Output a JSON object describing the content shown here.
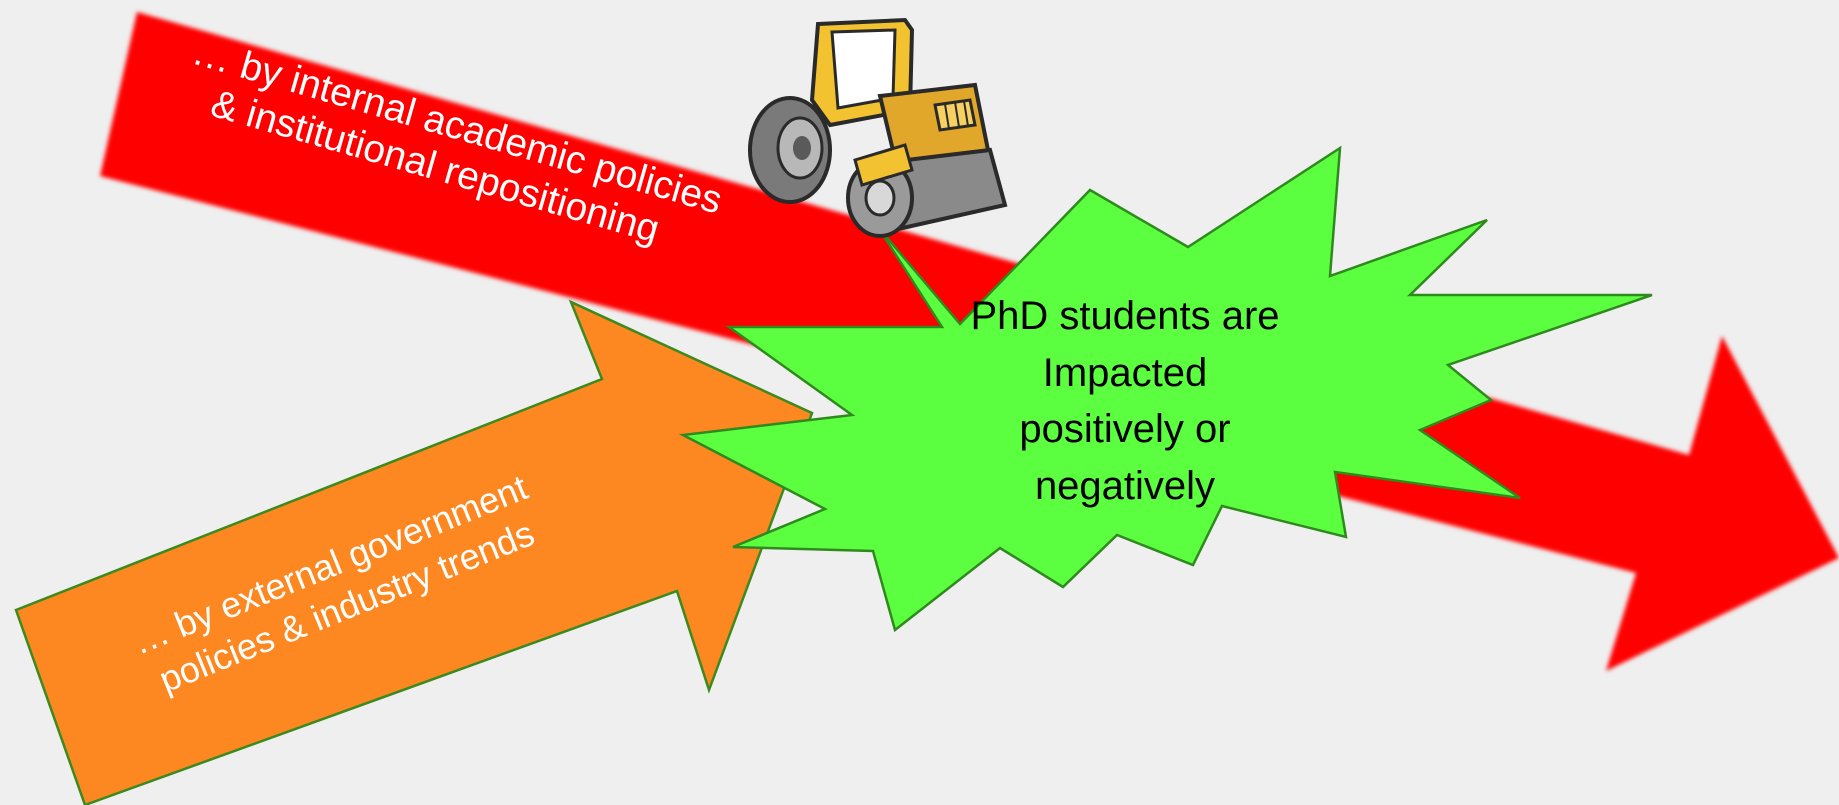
{
  "colors": {
    "background": "#efefef",
    "red_arrow": "#ff0000",
    "orange_arrow": "#fd8721",
    "orange_border": "#3c8a1e",
    "burst_fill": "#5cff3f",
    "burst_border": "#2f8a1e",
    "text_on_arrows": "#ffffff",
    "text_on_burst": "#000000"
  },
  "red_arrow": {
    "label_line1": "… by internal academic policies",
    "label_line2": "& institutional repositioning"
  },
  "orange_arrow": {
    "label_line1": "… by external government",
    "label_line2": "policies & industry trends"
  },
  "burst": {
    "line1": "PhD students are",
    "line2": "Impacted",
    "line3": "positively or",
    "line4": "negatively"
  },
  "icons": {
    "steamroller": "steamroller-icon"
  }
}
